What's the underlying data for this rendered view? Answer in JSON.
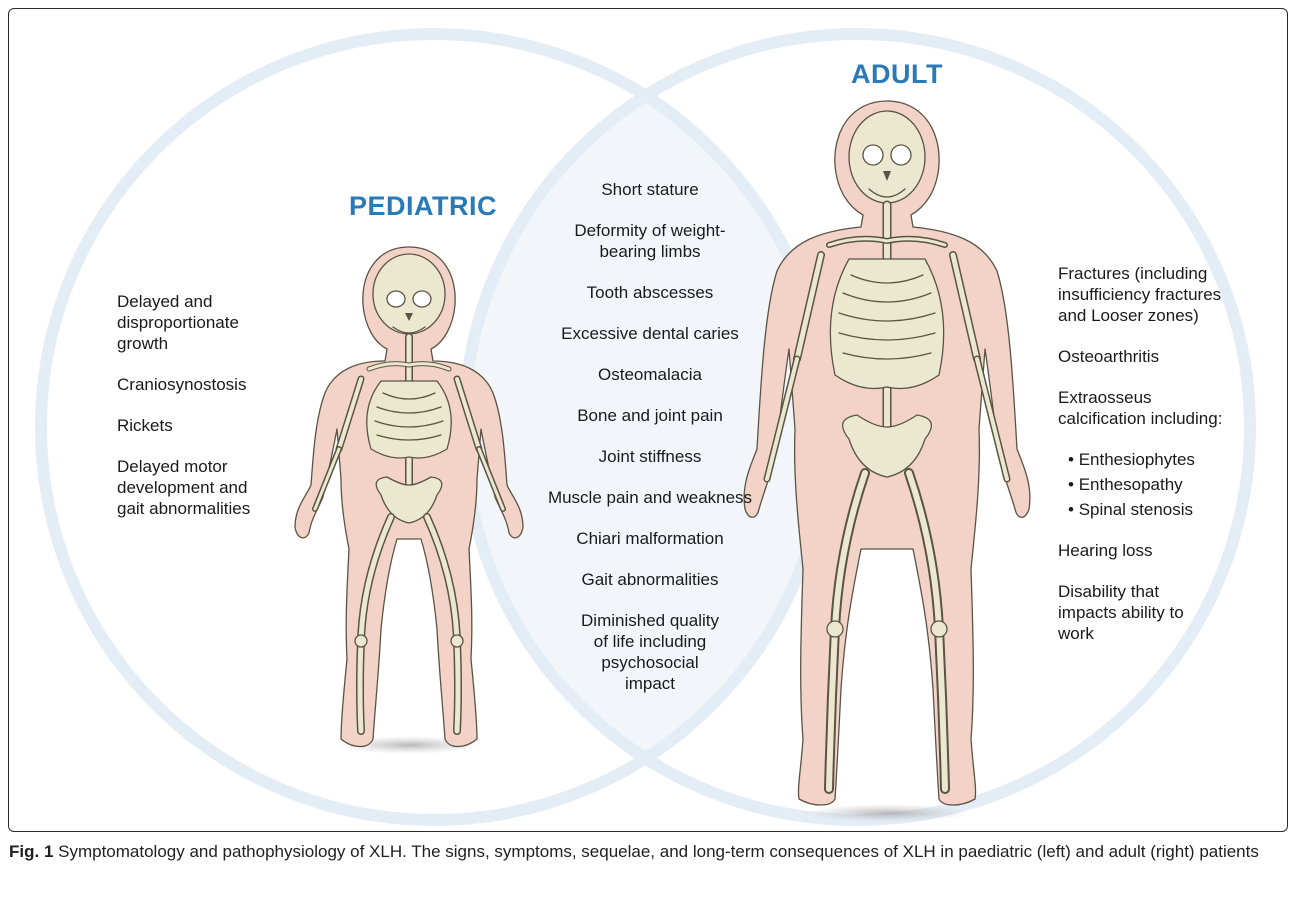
{
  "figure": {
    "pediatric_title": "PEDIATRIC",
    "adult_title": "ADULT",
    "pediatric_items": [
      "Delayed and disproportionate growth",
      "Craniosynostosis",
      "Rickets",
      "Delayed motor development and gait abnormalities"
    ],
    "shared_items": [
      "Short stature",
      "Deformity of weight-bearing limbs",
      "Tooth abscesses",
      "Excessive dental caries",
      "Osteomalacia",
      "Bone and joint pain",
      "Joint stiffness",
      "Muscle pain and weakness",
      "Chiari malformation",
      "Gait abnormalities",
      "Diminished quality of life including psychosocial impact"
    ],
    "adult_items": {
      "fractures": "Fractures (including insufficiency fractures and Looser zones)",
      "osteoarthritis": "Osteoarthritis",
      "extraosseous": "Extraosseus calcification including:",
      "sub": [
        "Enthesiophytes",
        "Enthesopathy",
        "Spinal stenosis"
      ],
      "hearing": "Hearing loss",
      "disability": "Disability that impacts ability to work"
    }
  },
  "caption": {
    "label": "Fig. 1",
    "text": " Symptomatology and pathophysiology of XLH. The signs, symptoms, sequelae, and long-term consequences of XLH in paediatric (left) and adult (right) patients"
  },
  "colors": {
    "circle_stroke": "#e4edf6",
    "overlap_fill": "#f2f6fb",
    "heading": "#2a7ab8",
    "body_silhouette": "#f3d3c8",
    "bone": "#ece7cf",
    "bone_stroke": "#5a5444"
  }
}
